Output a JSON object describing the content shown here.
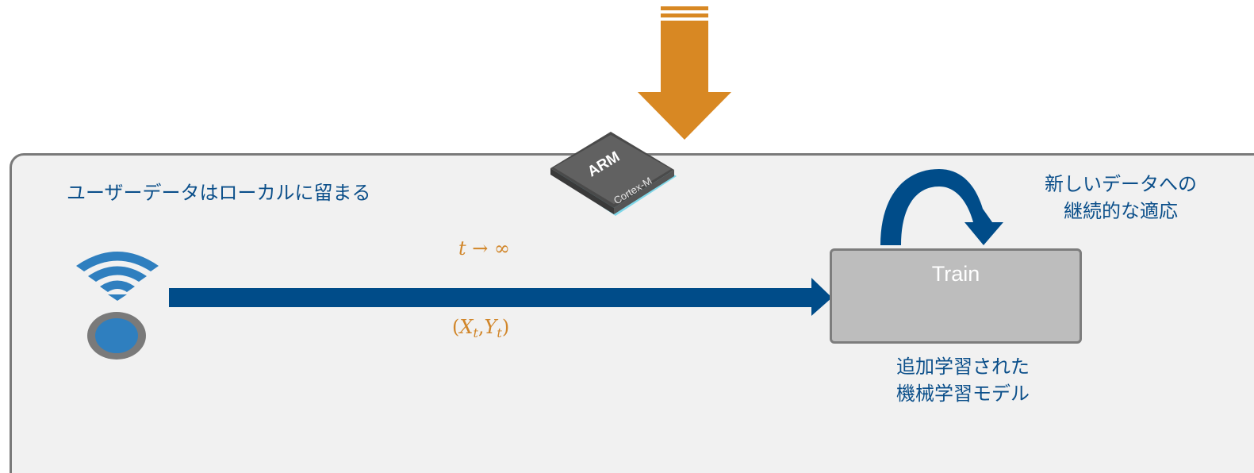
{
  "panel": {
    "local_data_caption": "ユーザーデータはローカルに留まる"
  },
  "chip": {
    "brand": "ARM",
    "model": "Cortex-M"
  },
  "stream": {
    "time_symbol": "t",
    "limit_text": "→ ∞",
    "pair_open": "(",
    "x_var": "X",
    "y_var": "Y",
    "subscript": "t",
    "separator": ",",
    "pair_close": ")"
  },
  "train": {
    "label": "Train"
  },
  "adaptation": {
    "line1": "新しいデータへの",
    "line2": "継続的な適応"
  },
  "model": {
    "line1": "追加学習された",
    "line2": "機械学習モデル"
  },
  "colors": {
    "panel_background": "#f1f1f1",
    "panel_border": "#7a7a7a",
    "stream_arrow": "#004c89",
    "input_arrow": "#d88823",
    "math_text": "#d1862a",
    "caption_text": "#0b4f8a",
    "train_box": "#bdbdbd",
    "wifi_icon": "#2f7fbf",
    "chip_body": "#5a5a5a",
    "chip_base": "#7fd7e8"
  },
  "icons": {
    "wifi": "wifi-icon",
    "sensor": "sensor-icon",
    "chip": "chip-icon",
    "loop": "loop-arrow-icon",
    "input": "down-arrow-icon"
  }
}
